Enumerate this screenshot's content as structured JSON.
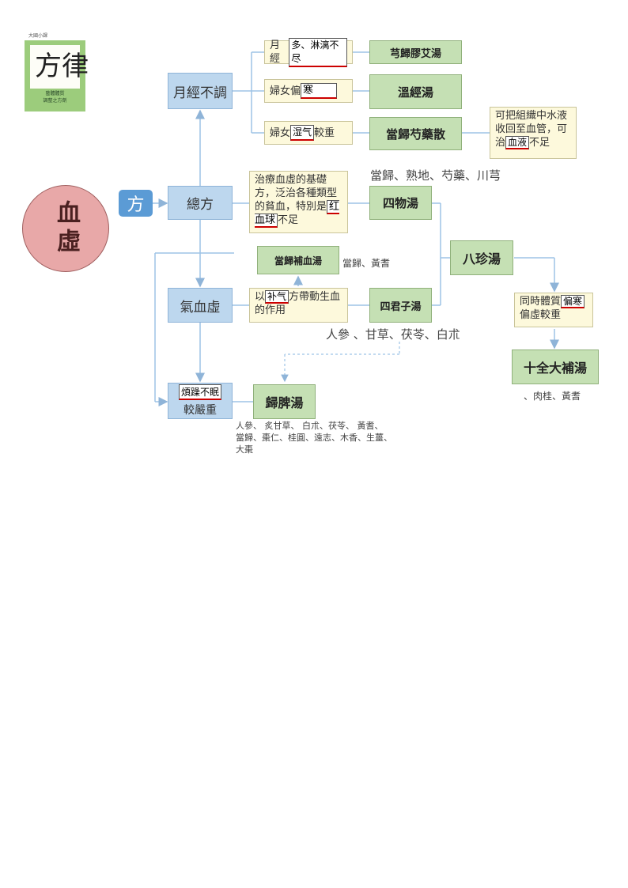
{
  "logo": {
    "small_text": "大國小課",
    "mark": "方律",
    "caption": "藝體體質\n調整之方劑"
  },
  "center": {
    "label": "血虛"
  },
  "fang": {
    "label": "方"
  },
  "branches": {
    "menstrual": "月經不調",
    "general": "總方",
    "qi_blood": "氣血虛",
    "severe_highlight": "煩躁不眠",
    "severe_rest": "較嚴重"
  },
  "conditions": {
    "c1_pre": "月經",
    "c1_hl": "多、淋漓不尽",
    "c2_pre": "婦女偏",
    "c2_hl": "寒",
    "c3_pre": "婦女",
    "c3_hl": "湿气",
    "c3_post": "較重",
    "general_desc_pre": "治療血虛的基礎方，泛治各種類型的貧血，特別是",
    "general_desc_hl": "红血球",
    "general_desc_post": "不足",
    "qi_desc_pre": "以",
    "qi_desc_hl": "补气",
    "qi_desc_post": "方帶動生血的作用",
    "danggui_note_pre": "可把組織中水液收回至血管，可治",
    "danggui_note_hl": "血液",
    "danggui_note_post": "不足",
    "bazhen_note_pre": "同時體質",
    "bazhen_note_hl": "偏寒",
    "bazhen_note_post": "偏虛較重"
  },
  "formulas": {
    "jiao_ai": "芎歸膠艾湯",
    "wen_jing": "溫經湯",
    "dang_gui_shao_yao": "當歸芍藥散",
    "si_wu": "四物湯",
    "dang_gui_bu_xue": "當歸補血湯",
    "si_jun_zi": "四君子湯",
    "ba_zhen": "八珍湯",
    "shi_quan": "十全大補湯",
    "gui_pi": "歸脾湯"
  },
  "herbs": {
    "si_wu": "當歸、熟地、芍藥、川芎",
    "bu_xue": "當歸、黃耆",
    "si_jun_zi": "人參 、甘草、茯苓、白朮",
    "shi_quan": "、肉桂、黃耆",
    "gui_pi": "人參、 炙甘草、 白朮、茯苓、 黃耆、\n當歸、棗仁、桂圓、遠志、木香、生薑、\n大棗"
  },
  "colors": {
    "blue_box": "#bdd7ee",
    "green_box": "#c5e0b4",
    "cream_box": "#fdf9dc",
    "circle": "#e8a8a8",
    "fang": "#5b9bd5",
    "connector": "#9dc3e6",
    "highlight_underline": "#cc0000"
  }
}
